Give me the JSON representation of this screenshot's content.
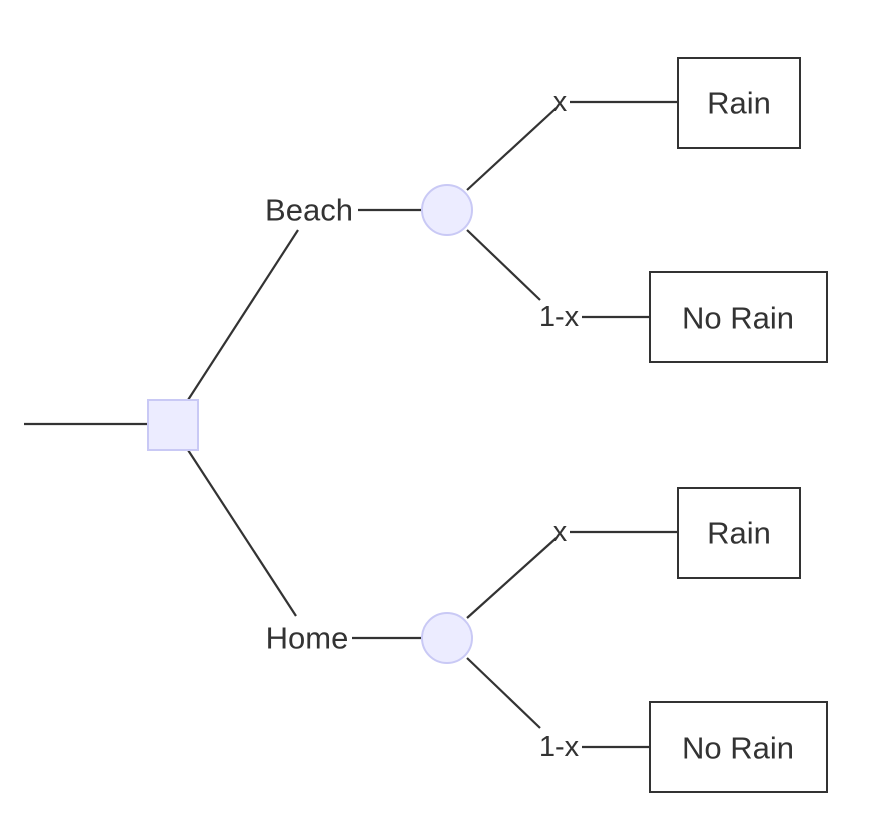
{
  "colors": {
    "node_fill": "#ececff",
    "node_stroke": "#c9c9f5",
    "line": "#333333",
    "text": "#333333",
    "background": "#ffffff"
  },
  "tree": {
    "root": {
      "shape": "square",
      "branches": [
        {
          "label": "Beach",
          "chance": {
            "shape": "circle",
            "outcomes": [
              {
                "probability": "x",
                "result": "Rain"
              },
              {
                "probability": "1-x",
                "result": "No Rain"
              }
            ]
          }
        },
        {
          "label": "Home",
          "chance": {
            "shape": "circle",
            "outcomes": [
              {
                "probability": "x",
                "result": "Rain"
              },
              {
                "probability": "1-x",
                "result": "No Rain"
              }
            ]
          }
        }
      ]
    }
  }
}
